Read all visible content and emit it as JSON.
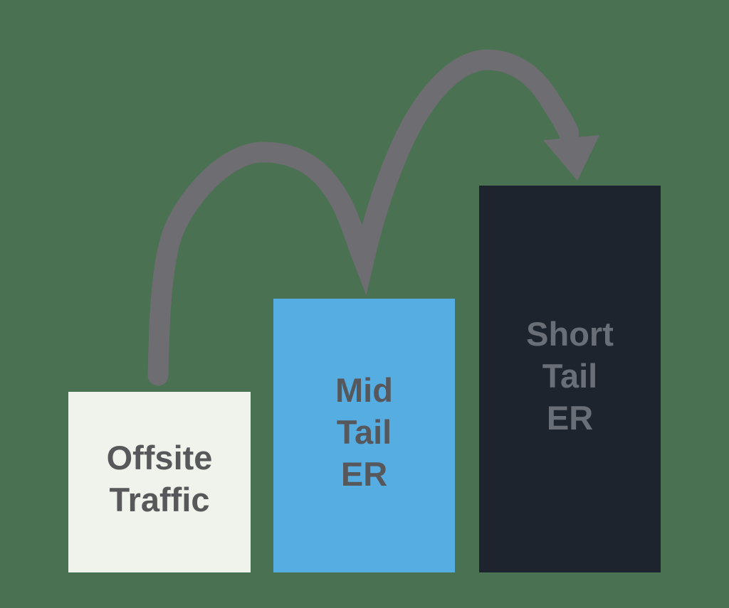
{
  "canvas": {
    "background_color": "#4a7152"
  },
  "arrow": {
    "name": "bounce-arrow",
    "color": "#6e6d72"
  },
  "bars": [
    {
      "id": "offsite-traffic",
      "label": "Offsite Traffic",
      "lines": [
        "Offsite",
        "Traffic"
      ],
      "fill": "#f0f2ec",
      "text_color": "#58585a"
    },
    {
      "id": "mid-tail-er",
      "label": "Mid Tail ER",
      "lines": [
        "Mid",
        "Tail",
        "ER"
      ],
      "fill": "#55ade2",
      "text_color": "#57585c"
    },
    {
      "id": "short-tail-er",
      "label": "Short Tail ER",
      "lines": [
        "Short",
        "Tail",
        "ER"
      ],
      "fill": "#1d242e",
      "text_color": "#6a6f77"
    }
  ]
}
